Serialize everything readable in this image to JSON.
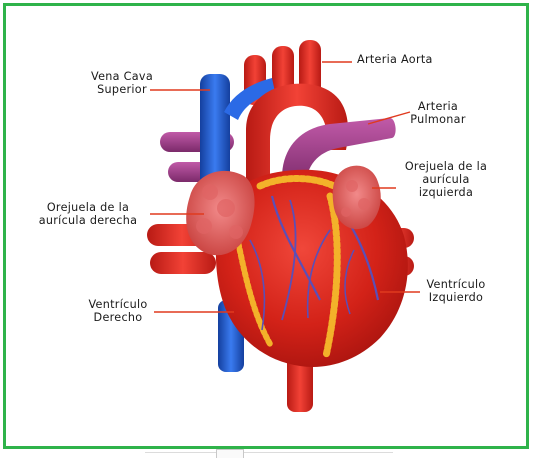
{
  "labels": {
    "arteria_aorta": [
      "Arteria Aorta"
    ],
    "vena_cava_superior": [
      "Vena Cava",
      "Superior"
    ],
    "arteria_pulmonar": [
      "Arteria",
      "Pulmonar"
    ],
    "orejuela_auricula_izquierda": [
      "Orejuela de la",
      "aurícula",
      "izquierda"
    ],
    "orejuela_auricula_derecha": [
      "Orejuela de la",
      "aurícula derecha"
    ],
    "ventriculo_izquierdo": [
      "Ventrículo",
      "Izquierdo"
    ],
    "ventriculo_derecho": [
      "Ventrículo",
      "Derecho"
    ]
  },
  "colors": {
    "frame": "#2fb34a",
    "leader_line": "#e03a1e",
    "artery_red": "#e02a22",
    "vein_blue": "#1f5fd6",
    "pulmonary_purple": "#9b3b86",
    "muscle_red": "#d8261c",
    "fat_yellow": "#f3b22a",
    "vessel_blue": "#5a4fb8"
  }
}
